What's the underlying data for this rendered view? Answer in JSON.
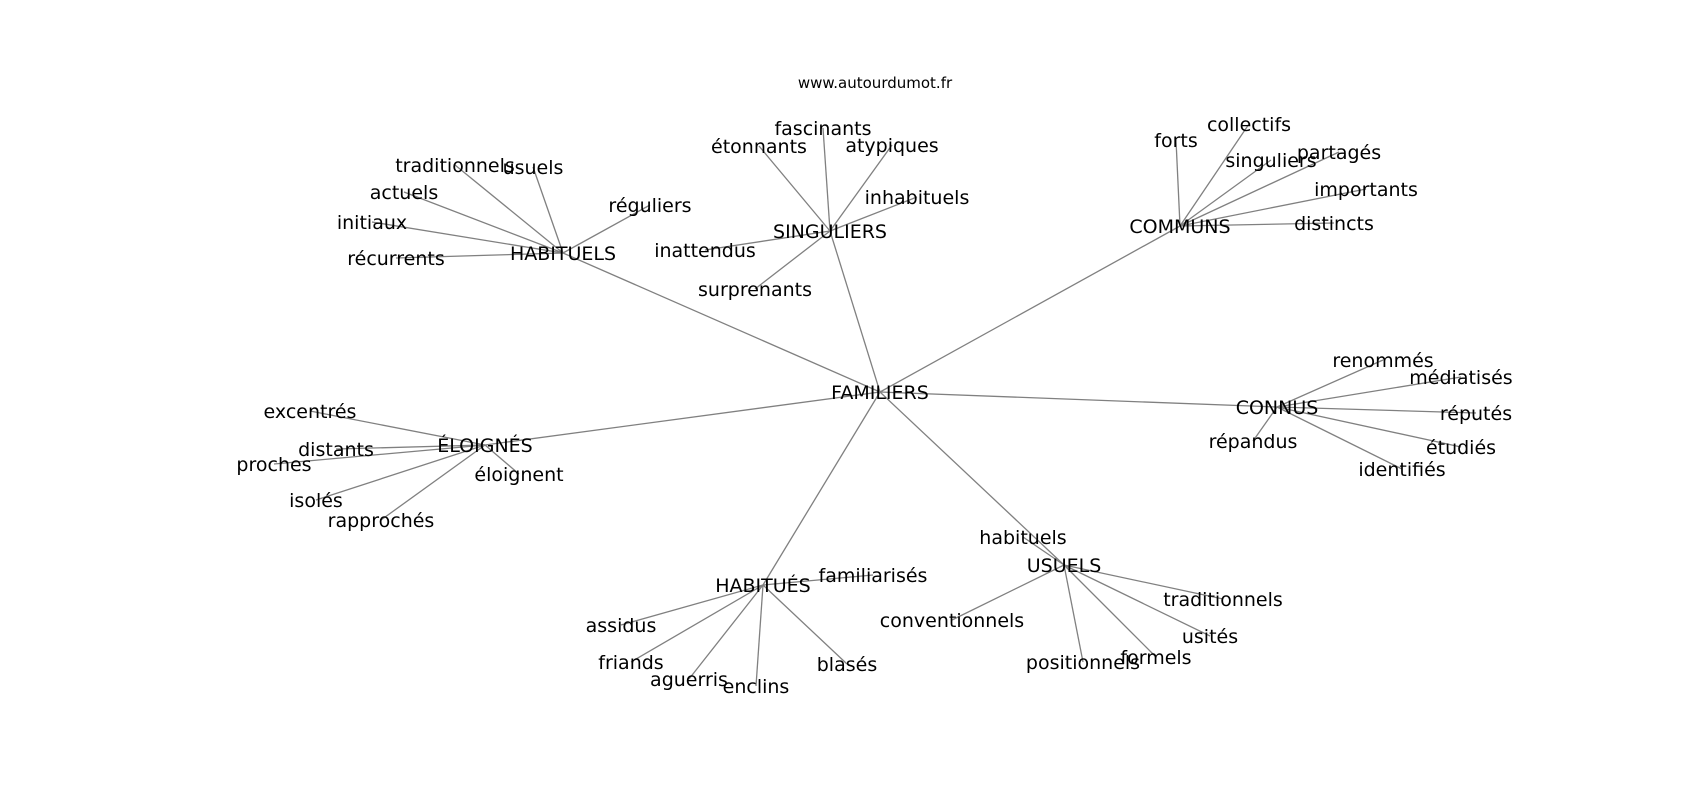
{
  "site_url": "www.autourdumot.fr",
  "colors": {
    "edge": "#808080",
    "text": "#000000",
    "background": "#ffffff"
  },
  "center": "FAMILIERS",
  "groups": [
    {
      "hub": "HABITUELS",
      "leaves": [
        "traditionnels",
        "usuels",
        "actuels",
        "initiaux",
        "récurrents",
        "réguliers"
      ]
    },
    {
      "hub": "SINGULIERS",
      "leaves": [
        "fascinants",
        "étonnants",
        "atypiques",
        "inhabituels",
        "inattendus",
        "surprenants"
      ]
    },
    {
      "hub": "COMMUNS",
      "leaves": [
        "collectifs",
        "forts",
        "singuliers",
        "partagés",
        "importants",
        "distincts"
      ]
    },
    {
      "hub": "ÉLOIGNÉS",
      "leaves": [
        "excentrés",
        "distants",
        "proches",
        "isolés",
        "rapprochés",
        "éloignent"
      ]
    },
    {
      "hub": "CONNUS",
      "leaves": [
        "renommés",
        "médiatisés",
        "réputés",
        "répandus",
        "étudiés",
        "identifiés"
      ]
    },
    {
      "hub": "HABITUÉS",
      "leaves": [
        "familiarisés",
        "assidus",
        "friands",
        "aguerris",
        "enclins",
        "blasés"
      ]
    },
    {
      "hub": "USUELS",
      "leaves": [
        "habituels",
        "traditionnels",
        "conventionnels",
        "usités",
        "positionnels",
        "formels"
      ]
    }
  ]
}
